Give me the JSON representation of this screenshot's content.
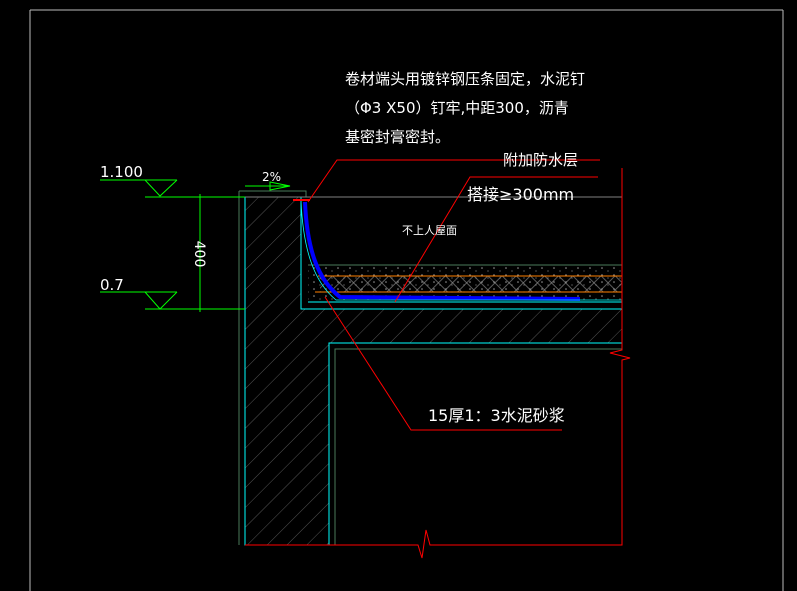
{
  "drawing": {
    "note_lines": [
      "卷材端头用镀锌钢压条固定，水泥钉",
      "（Φ3 X50）钉牢,中距300，沥青",
      "基密封膏密封。"
    ],
    "label_extra_layer": "附加防水层",
    "label_overlap": "搭接≥300mm",
    "label_roof": "不上人屋面",
    "label_mortar": "15厚1：3水泥砂浆",
    "elevation_top": "1.100",
    "elevation_bottom": "0.7",
    "dimension": "400",
    "slope": "2%"
  },
  "colors": {
    "red": "#ff0000",
    "cyan": "#00ffff",
    "green": "#00ff00",
    "blue": "#0000ff",
    "orange": "#ff8000",
    "gray": "#808080",
    "dkgreen": "#4a7a5a"
  }
}
